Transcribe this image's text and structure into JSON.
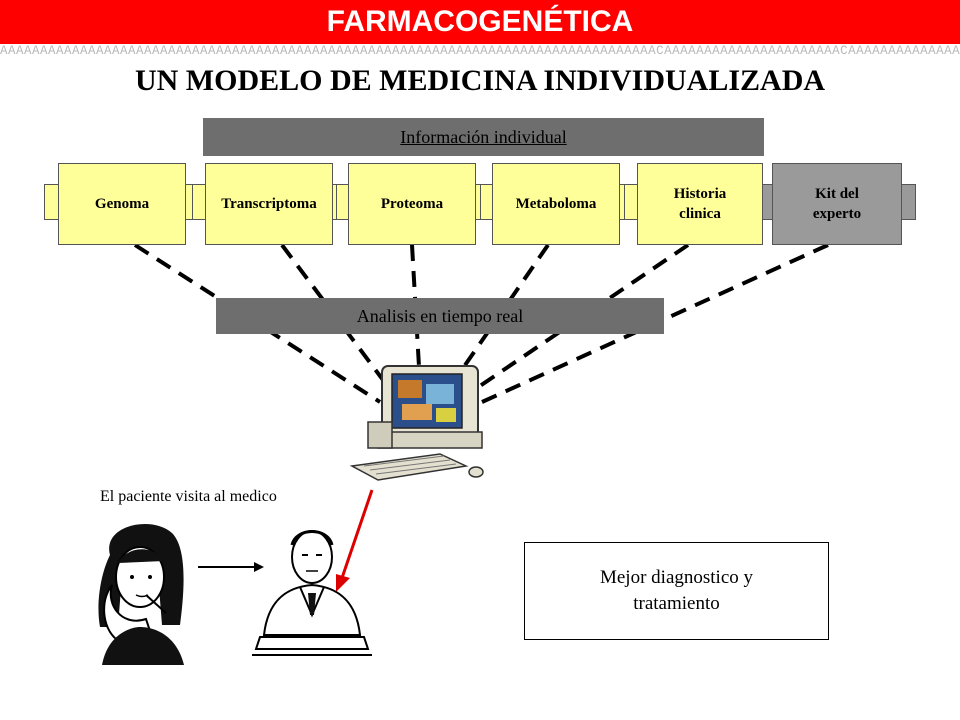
{
  "header": {
    "title": "FARMACOGENÉTICA"
  },
  "subtitle": "UN MODELO DE MEDICINA INDIVIDUALIZADA",
  "info_box": {
    "label": "Información individual"
  },
  "data_sources": [
    {
      "label": "Genoma"
    },
    {
      "label": "Transcriptoma"
    },
    {
      "label": "Proteoma"
    },
    {
      "label": "Metaboloma"
    },
    {
      "label": "Historia clinica"
    },
    {
      "label": "Kit del experto"
    }
  ],
  "analysis_box": {
    "label": "Analisis en tiempo real"
  },
  "patient_caption": "El paciente visita al medico",
  "result_box": {
    "label": "Mejor diagnostico y tratamiento"
  },
  "colors": {
    "header_bg": "#ff0000",
    "data_box": "#ffff99",
    "grey_box": "#6e6e6e",
    "arrow": "#dd0000"
  },
  "icons": {
    "computer": "computer-icon",
    "patient": "patient-girl-icon",
    "doctor": "doctor-icon"
  }
}
